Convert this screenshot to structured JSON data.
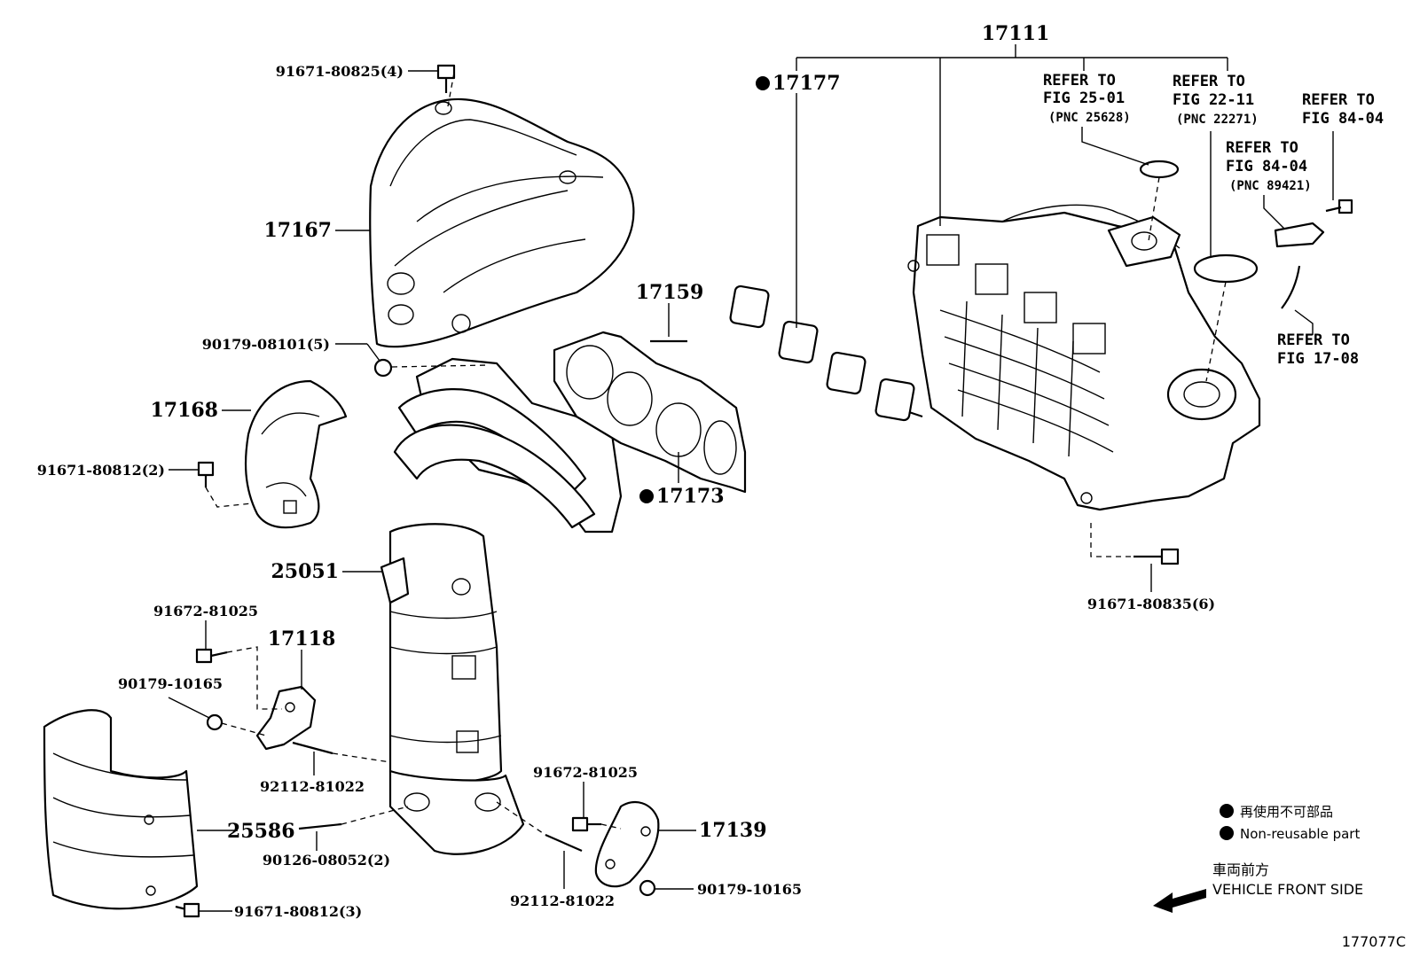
{
  "labels": {
    "p91671_80825": "91671-80825(4)",
    "p17167": "17167",
    "p90179_08101": "90179-08101(5)",
    "p17168": "17168",
    "p91671_80812_2": "91671-80812(2)",
    "p25051": "25051",
    "p91672_81025_a": "91672-81025",
    "p17118": "17118",
    "p90179_10165_a": "90179-10165",
    "p92112_81022_a": "92112-81022",
    "p25586": "25586",
    "p90126_08052": "90126-08052(2)",
    "p91671_80812_3": "91671-80812(3)",
    "p92112_81022_b": "92112-81022",
    "p91672_81025_b": "91672-81025",
    "p17139": "17139",
    "p90179_10165_b": "90179-10165",
    "p17159": "17159",
    "p17173": "17173",
    "p17177": "17177",
    "p17111": "17111",
    "p91671_80835": "91671-80835(6)"
  },
  "refs": {
    "r1_line1": "REFER TO",
    "r1_line2": "FIG 25-01",
    "r1_pnc": "(PNC 25628)",
    "r2_line1": "REFER TO",
    "r2_line2": "FIG 22-11",
    "r2_pnc": "(PNC 22271)",
    "r3_line1": "REFER TO",
    "r3_line2": "FIG 84-04",
    "r4_line1": "REFER TO",
    "r4_line2": "FIG 84-04",
    "r4_pnc": "(PNC 89421)",
    "r5_line1": "REFER TO",
    "r5_line2": "FIG 17-08"
  },
  "legend": {
    "jp": "再使用不可部品",
    "en": "Non-reusable part"
  },
  "direction": {
    "jp": "車両前方",
    "en": "VEHICLE FRONT SIDE"
  },
  "illustration_code": "177077C"
}
